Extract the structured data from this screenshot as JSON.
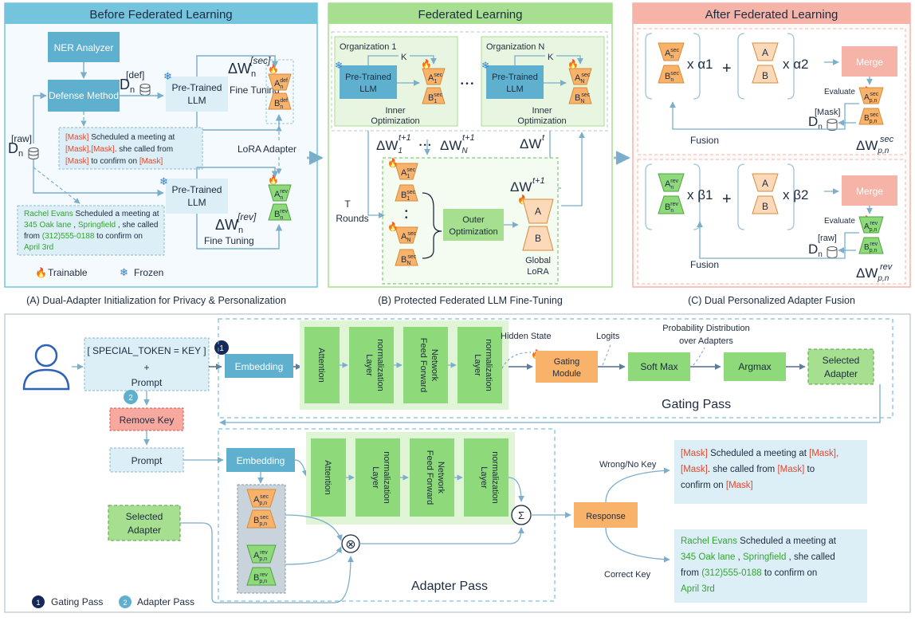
{
  "panels": {
    "before": {
      "title": "Before Federated Learning",
      "caption": "(A) Dual-Adapter Initialization for Privacy & Personalization",
      "ner": "NER Analyzer",
      "defense": "Defense Method",
      "ds_def": "D",
      "ds_def_sup": "[def]",
      "ds_def_sub": "n",
      "ds_raw": "D",
      "ds_raw_sup": "[raw]",
      "ds_raw_sub": "n",
      "pretrained_top": [
        "Pre-Trained",
        "LLM"
      ],
      "pretrained_bottom": [
        "Pre-Trained",
        "LLM"
      ],
      "delta_sec": "ΔW",
      "delta_sec_sub": "n",
      "delta_sec_sup": "[sec]",
      "delta_rev": "ΔW",
      "delta_rev_sub": "n",
      "delta_rev_sup": "[rev]",
      "fine_tuning_top": "Fine Tuning",
      "fine_tuning_bottom": "Fine Tuning",
      "lora_adapter": "LoRA Adapter",
      "adapter_def_a": {
        "base": "A",
        "sup": "def",
        "sub": "n"
      },
      "adapter_def_b": {
        "base": "B",
        "sup": "def",
        "sub": "n"
      },
      "adapter_rev_a": {
        "base": "A",
        "sup": "rev",
        "sub": "n"
      },
      "adapter_rev_b": {
        "base": "B",
        "sup": "rev",
        "sub": "n"
      },
      "masked_text": [
        [
          {
            "t": "[Mask]",
            "c": "red"
          },
          {
            "t": " Scheduled a meeting at",
            "c": "dark"
          }
        ],
        [
          {
            "t": "[Mask],[Mask]",
            "c": "red"
          },
          {
            "t": ". she called from",
            "c": "dark"
          }
        ],
        [
          {
            "t": "[Mask]",
            "c": "red"
          },
          {
            "t": " to confirm on ",
            "c": "dark"
          },
          {
            "t": "[Mask]",
            "c": "red"
          }
        ]
      ],
      "raw_text": [
        [
          {
            "t": "Rachel Evans",
            "c": "green"
          },
          {
            "t": " Scheduled a meeting at",
            "c": "dark"
          }
        ],
        [
          {
            "t": "345 Oak lane",
            "c": "green"
          },
          {
            "t": " , ",
            "c": "dark"
          },
          {
            "t": "Springfield",
            "c": "green"
          },
          {
            "t": " , she called",
            "c": "dark"
          }
        ],
        [
          {
            "t": "from ",
            "c": "dark"
          },
          {
            "t": "(312)555-0188",
            "c": "green"
          },
          {
            "t": " to confirm on",
            "c": "dark"
          }
        ],
        [
          {
            "t": "April 3rd",
            "c": "green"
          }
        ]
      ],
      "legend_trainable": "Trainable",
      "legend_frozen": "Frozen"
    },
    "federated": {
      "title": "Federated Learning",
      "caption": "(B) Protected Federated LLM Fine-Tuning",
      "org1": "Organization 1",
      "orgN": "Organization N",
      "k": "K",
      "pretrained": [
        "Pre-Trained",
        "LLM"
      ],
      "inner_opt": [
        "Inner",
        "Optimization"
      ],
      "dots": "• • •",
      "vdots": "• • •",
      "delta_1": "ΔW",
      "delta_1_sub": "1",
      "delta_1_sup": "t+1",
      "delta_N": "ΔW",
      "delta_N_sub": "N",
      "delta_N_sup": "t+1",
      "delta_t": "ΔW",
      "delta_t_sup": "t",
      "delta_t1": "ΔW",
      "delta_t1_sup": "t+1",
      "t_rounds": [
        "T",
        "Rounds"
      ],
      "outer_opt": [
        "Outer",
        "Optimization"
      ],
      "global_lora": [
        "Global",
        "LoRA"
      ],
      "a1": {
        "base": "A",
        "sup": "sec",
        "sub": "1"
      },
      "b1": {
        "base": "B",
        "sup": "sec",
        "sub": "1"
      },
      "aN": {
        "base": "A",
        "sup": "sec",
        "sub": "N"
      },
      "bN": {
        "base": "B",
        "sup": "sec",
        "sub": "N"
      },
      "global_a": "A",
      "global_b": "B"
    },
    "after": {
      "title": "After Federated Learning",
      "caption": "(C) Dual Personalized Adapter Fusion",
      "x_alpha1": "x α1",
      "x_alpha2": "x α2",
      "x_beta1": "x β1",
      "x_beta2": "x β2",
      "plus": "+",
      "merge": "Merge",
      "evaluate": "Evaluate",
      "fusion": "Fusion",
      "ds_mask": "D",
      "ds_mask_sup": "[Mask]",
      "ds_mask_sub": "n",
      "ds_raw": "D",
      "ds_raw_sup": "[raw]",
      "ds_raw_sub": "n",
      "delta_sec": "ΔW",
      "delta_sec_sub": "p,n",
      "delta_sec_sup": "sec",
      "delta_rev": "ΔW",
      "delta_rev_sub": "p,n",
      "delta_rev_sup": "rev",
      "an_sec": {
        "base": "A",
        "sup": "sec",
        "sub": "n"
      },
      "bn_sec": {
        "base": "B",
        "sup": "sec",
        "sub": "n"
      },
      "an_rev": {
        "base": "A",
        "sup": "rev",
        "sub": "n"
      },
      "bn_rev": {
        "base": "B",
        "sup": "rev",
        "sub": "n"
      },
      "a_plain": "A",
      "b_plain": "B",
      "apn_sec": {
        "base": "A",
        "sup": "sec",
        "sub": "p,n"
      },
      "bpn_sec": {
        "base": "B",
        "sup": "sec",
        "sub": "p,n"
      },
      "apn_rev": {
        "base": "A",
        "sup": "rev",
        "sub": "p,n"
      },
      "bpn_rev": {
        "base": "B",
        "sup": "rev",
        "sub": "p,n"
      }
    },
    "inference": {
      "special_token": "[ SPECIAL_TOKEN = KEY ]",
      "plus": "+",
      "prompt_top": "Prompt",
      "remove_key": "Remove Key",
      "prompt_mid": "Prompt",
      "selected_adapter_left": [
        "Selected",
        "Adapter"
      ],
      "embedding_top": "Embedding",
      "embedding_mid": "Embedding",
      "attention": "Attention",
      "layer_norm": [
        "Layer",
        "normalization"
      ],
      "ffn": [
        "Feed Forward",
        "Network"
      ],
      "hidden_state": "Hidden State",
      "gating_module": [
        "Gating",
        "Module"
      ],
      "logits": "Logits",
      "prob_dist": [
        "Probability Distribution",
        "over Adapters"
      ],
      "soft_max": "Soft Max",
      "argmax": "Argmax",
      "selected_adapter_right": [
        "Selected",
        "Adapter"
      ],
      "gating_pass": "Gating Pass",
      "adapter_pass": "Adapter Pass",
      "sigma": "Σ",
      "otimes": "⊗",
      "response": "Response",
      "wrong_key": "Wrong/No Key",
      "correct_key": "Correct Key",
      "badge1": "1",
      "badge2": "2",
      "legend_gating": "Gating Pass",
      "legend_adapter": "Adapter Pass",
      "apn_sec": {
        "base": "A",
        "sup": "sec",
        "sub": "p,n"
      },
      "bpn_sec": {
        "base": "B",
        "sup": "sec",
        "sub": "p,n"
      },
      "apn_rev": {
        "base": "A",
        "sup": "rev",
        "sub": "p,n"
      },
      "bpn_rev": {
        "base": "B",
        "sup": "rev",
        "sub": "p,n"
      },
      "masked_response": [
        [
          {
            "t": "[Mask]",
            "c": "red"
          },
          {
            "t": " Scheduled a meeting at ",
            "c": "dark"
          },
          {
            "t": "[Mask],",
            "c": "red"
          }
        ],
        [
          {
            "t": "[Mask]",
            "c": "red"
          },
          {
            "t": ". she called from ",
            "c": "dark"
          },
          {
            "t": "[Mask]",
            "c": "red"
          },
          {
            "t": " to",
            "c": "dark"
          }
        ],
        [
          {
            "t": "confirm on ",
            "c": "dark"
          },
          {
            "t": "[Mask]",
            "c": "red"
          }
        ]
      ],
      "raw_response": [
        [
          {
            "t": "Rachel Evans",
            "c": "green"
          },
          {
            "t": " Scheduled a meeting at",
            "c": "dark"
          }
        ],
        [
          {
            "t": "345 Oak lane",
            "c": "green"
          },
          {
            "t": " , ",
            "c": "dark"
          },
          {
            "t": "Springfield",
            "c": "green"
          },
          {
            "t": " , she called",
            "c": "dark"
          }
        ],
        [
          {
            "t": "from ",
            "c": "dark"
          },
          {
            "t": "(312)555-0188",
            "c": "green"
          },
          {
            "t": " to confirm on",
            "c": "dark"
          }
        ],
        [
          {
            "t": "April 3rd",
            "c": "green"
          }
        ]
      ]
    }
  },
  "colors": {
    "blue_header": "#74c4dd",
    "green_header": "#a6df8f",
    "pink_header": "#f6b3a8",
    "orange": "#f8b26a",
    "green": "#8ed97a",
    "light_blue": "#dceef6",
    "teal": "#5fb0cf",
    "red_text": "#e8462e",
    "green_text": "#33a630",
    "dark_navy": "#16285a"
  }
}
